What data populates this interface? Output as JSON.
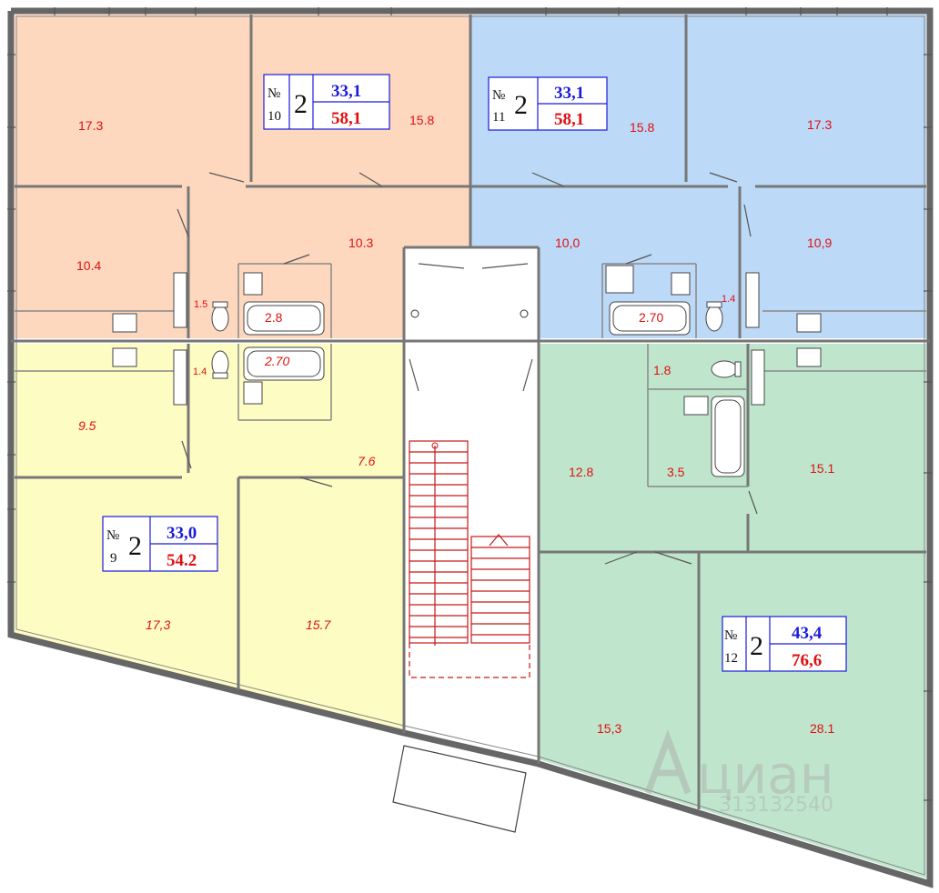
{
  "colors": {
    "orange": "#fdd8bf",
    "blue": "#bcd9f7",
    "yellow": "#fdfcc3",
    "green": "#bfe6cd",
    "label_red": "#e01010",
    "living_blue": "#1a1adb"
  },
  "apartments": [
    {
      "id": "apt-10",
      "no_sign": "№",
      "number": "10",
      "rooms": "2",
      "living": "33,1",
      "total": "58,1",
      "color": "orange"
    },
    {
      "id": "apt-11",
      "no_sign": "№",
      "number": "11",
      "rooms": "2",
      "living": "33,1",
      "total": "58,1",
      "color": "blue"
    },
    {
      "id": "apt-9",
      "no_sign": "№",
      "number": "9",
      "rooms": "2",
      "living": "33,0",
      "total": "54.2",
      "color": "yellow"
    },
    {
      "id": "apt-12",
      "no_sign": "№",
      "number": "12",
      "rooms": "2",
      "living": "43,4",
      "total": "76,6",
      "color": "green"
    }
  ],
  "rooms": {
    "a10_room1": "17.3",
    "a10_room2": "15.8",
    "a10_room3": "10.4",
    "a10_hall": "10.3",
    "a10_wc": "1.5",
    "a10_bath": "2.8",
    "a11_room1": "15.8",
    "a11_room2": "17.3",
    "a11_hall": "10,0",
    "a11_room3": "10,9",
    "a11_bath": "2.70",
    "a11_wc": "1.4",
    "a9_wc": "1.4",
    "a9_bath": "2.70",
    "a9_room1": "9.5",
    "a9_hall": "7.6",
    "a9_room2": "17,3",
    "a9_room3": "15.7",
    "a12_wc": "1.8",
    "a12_hall": "12.8",
    "a12_bath": "3.5",
    "a12_room1": "15.1",
    "a12_room2": "15,3",
    "a12_room3": "28.1"
  },
  "watermark": {
    "brand": "циан",
    "code": "313132540"
  }
}
